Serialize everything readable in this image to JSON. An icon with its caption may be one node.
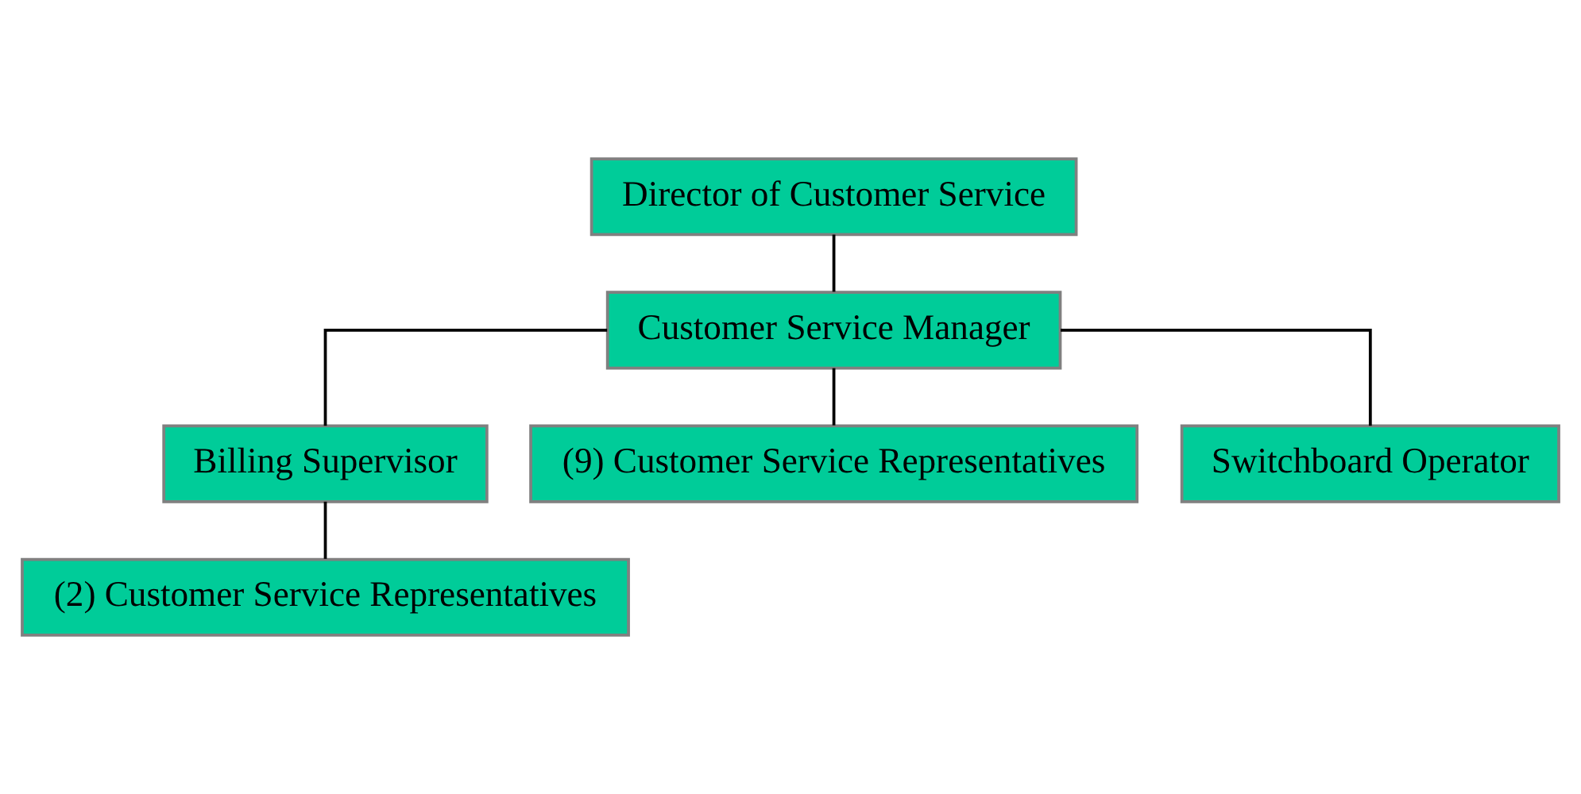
{
  "diagram": {
    "nodes": [
      {
        "text": [
          "Director of Customer Service"
        ]
      },
      {
        "text": [
          "Customer Service Manager"
        ]
      },
      {
        "text": [
          "Billing Supervisor"
        ]
      },
      {
        "text": [
          "(9) Customer Service Representatives"
        ]
      },
      {
        "text": [
          "Switchboard Operator"
        ]
      },
      {
        "text": [
          "(2) Customer Service Representatives"
        ]
      }
    ],
    "edges": [
      {
        "from": 0,
        "to": 1,
        "arrow": "none"
      },
      {
        "from": 1,
        "to": 2,
        "arrow": "none"
      },
      {
        "from": 1,
        "to": 3,
        "arrow": "none"
      },
      {
        "from": 1,
        "to": 4,
        "arrow": "none"
      },
      {
        "from": 2,
        "to": 5,
        "arrow": "none"
      }
    ]
  }
}
